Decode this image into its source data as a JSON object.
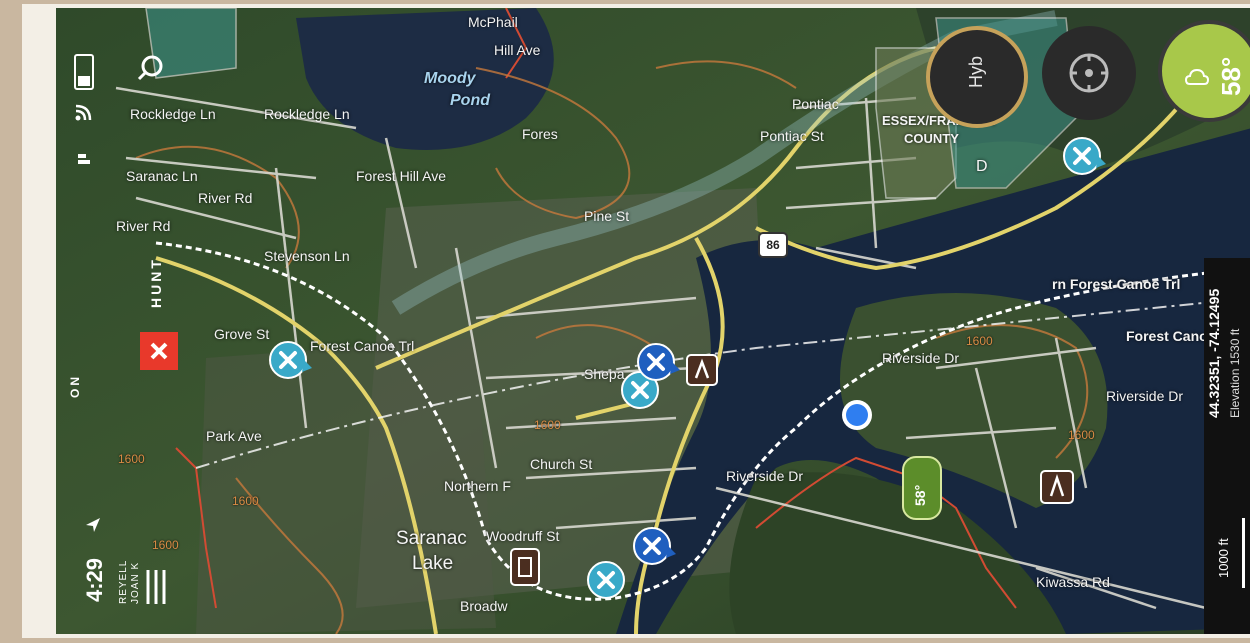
{
  "status": {
    "time": "4:29"
  },
  "menu": {
    "user_line1": "REYELL",
    "user_line2": "JOAN K"
  },
  "brand": {
    "prefix": "ON",
    "suffix": "HUNT",
    "accent": "#e8392b"
  },
  "controls": {
    "layer_label": "Hyb",
    "weather_temp": "58°",
    "accent": "#a8c84a"
  },
  "map": {
    "water_name_1": "Moody",
    "water_name_2": "Pond",
    "town_1": "Saranac",
    "town_2": "Lake",
    "county_1": "ESSEX/FRANKLIN",
    "county_2": "COUNTY",
    "route_shield": "86",
    "streets": {
      "mcphail": "McPhail",
      "hill_ave": "Hill Ave",
      "rockledge_ln": "Rockledge Ln",
      "rockledge_ln2": "Rockledge Ln",
      "saranac_ln": "Saranac Ln",
      "river_rd": "River Rd",
      "river_rd2": "River Rd",
      "forest_hill_ave": "Forest Hill Ave",
      "stevenson_ln": "Stevenson Ln",
      "forest": "Fores",
      "pine_st": "Pine St",
      "pontiac_st": "Pontiac St",
      "pontiac": "Pontiac",
      "grove_st": "Grove St",
      "park_ave": "Park Ave",
      "forest_canoe_trl": "Forest Canoe Trl",
      "northern_forest": "Northern F",
      "woodruff_st": "Woodruff St",
      "church_st": "Church St",
      "shepard": "Shepa",
      "broadway": "Broadw",
      "riverside_dr": "Riverside Dr",
      "riverside_dr2": "Riverside Dr",
      "riverside_dr3": "Riverside Dr",
      "kiwassa_rd": "Kiwassa Rd",
      "canoe_trl_east": "rn Forest Canoe Trl",
      "canoe_trl_east2": "Forest Canoe Trl",
      "dewey": "D"
    },
    "contours": [
      "1600",
      "1600",
      "1600",
      "1600",
      "1600",
      "1600"
    ],
    "weather_chip": "58°"
  },
  "coords": {
    "latlon": "44.32351, -74.12495",
    "elevation": "Elevation 1530 ft"
  },
  "scale": {
    "label": "1000 ft"
  }
}
